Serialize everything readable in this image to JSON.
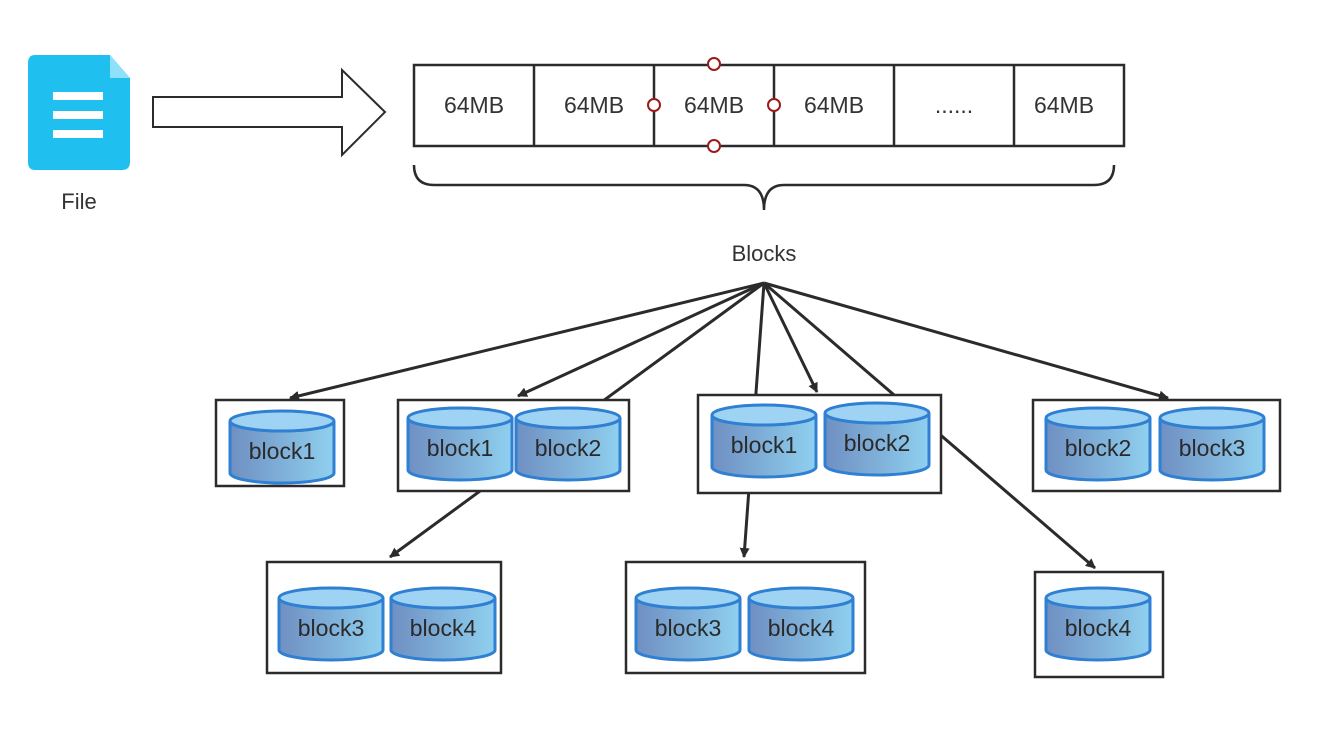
{
  "file": {
    "label": "File",
    "icon": "document-icon",
    "color": "#1fc0f0"
  },
  "segments": [
    "64MB",
    "64MB",
    "64MB",
    "64MB",
    "......",
    "64MB"
  ],
  "blocks_label": "Blocks",
  "nodes": [
    {
      "blocks": [
        "block1"
      ]
    },
    {
      "blocks": [
        "block1",
        "block2"
      ]
    },
    {
      "blocks": [
        "block1",
        "block2"
      ]
    },
    {
      "blocks": [
        "block2",
        "block3"
      ]
    },
    {
      "blocks": [
        "block3",
        "block4"
      ]
    },
    {
      "blocks": [
        "block3",
        "block4"
      ]
    },
    {
      "blocks": [
        "block4"
      ]
    }
  ],
  "colors": {
    "line": "#2b2b2b",
    "handle": "#9b1b1b",
    "cyl_top": "#9fd3f3",
    "cyl_body_left": "#6f8fc2",
    "cyl_body_right": "#8fd0ef",
    "cyl_stroke": "#2f7fd2"
  }
}
